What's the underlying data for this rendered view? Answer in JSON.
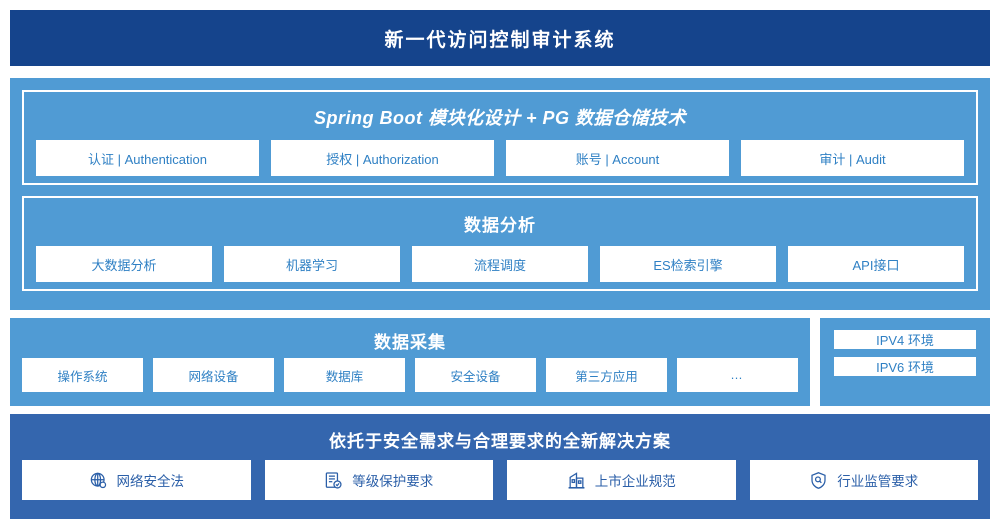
{
  "header": {
    "title": "新一代访问控制审计系统"
  },
  "colors": {
    "header_bg": "#15448c",
    "panel_light": "#509bd4",
    "panel_dark": "#3466ae",
    "chip_bg": "#ffffff",
    "chip_text": "#2f80c4",
    "chip_text_dark": "#2b5fa8",
    "panel_border": "#ffffff"
  },
  "platform": {
    "springboot": {
      "title": "Spring Boot 模块化设计 + PG 数据仓储技术",
      "modules": [
        {
          "label": "认证 | Authentication"
        },
        {
          "label": "授权 | Authorization"
        },
        {
          "label": "账号 | Account"
        },
        {
          "label": "审计 | Audit"
        }
      ]
    },
    "analysis": {
      "title": "数据分析",
      "modules": [
        {
          "label": "大数据分析"
        },
        {
          "label": "机器学习"
        },
        {
          "label": "流程调度"
        },
        {
          "label": "ES检索引擎"
        },
        {
          "label": "API接口"
        }
      ]
    }
  },
  "collection": {
    "title": "数据采集",
    "sources": [
      {
        "label": "操作系统"
      },
      {
        "label": "网络设备"
      },
      {
        "label": "数据库"
      },
      {
        "label": "安全设备"
      },
      {
        "label": "第三方应用"
      },
      {
        "label": "…"
      }
    ]
  },
  "ip_environment": {
    "items": [
      {
        "label": "IPV4 环境"
      },
      {
        "label": "IPV6 环境"
      }
    ]
  },
  "compliance": {
    "title": "依托于安全需求与合理要求的全新解决方案",
    "items": [
      {
        "label": "网络安全法",
        "icon": "globe-icon"
      },
      {
        "label": "等级保护要求",
        "icon": "document-check-icon"
      },
      {
        "label": "上市企业规范",
        "icon": "building-icon"
      },
      {
        "label": "行业监管要求",
        "icon": "shield-search-icon"
      }
    ]
  }
}
